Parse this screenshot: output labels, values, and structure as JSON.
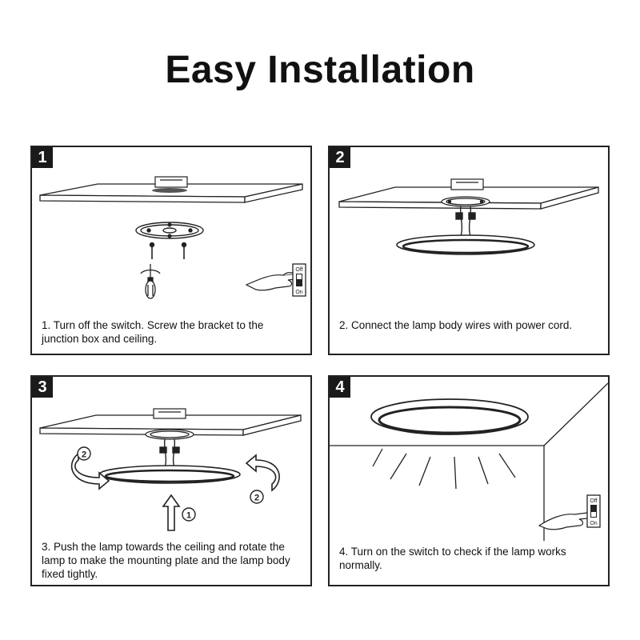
{
  "title": "Easy Installation",
  "steps": [
    {
      "number": "1",
      "caption": "1. Turn off the switch. Screw the bracket to the junction box and ceiling.",
      "switch_off": "Off",
      "switch_on": "On"
    },
    {
      "number": "2",
      "caption": "2. Connect the lamp body wires with power cord."
    },
    {
      "number": "3",
      "caption": "3. Push the lamp towards the ceiling and rotate the lamp to make the mounting plate and the lamp body fixed tightly.",
      "marker_1": "1",
      "marker_2": "2"
    },
    {
      "number": "4",
      "caption": "4. Turn on the switch to check if the lamp works normally.",
      "switch_off": "Off",
      "switch_on": "On"
    }
  ]
}
